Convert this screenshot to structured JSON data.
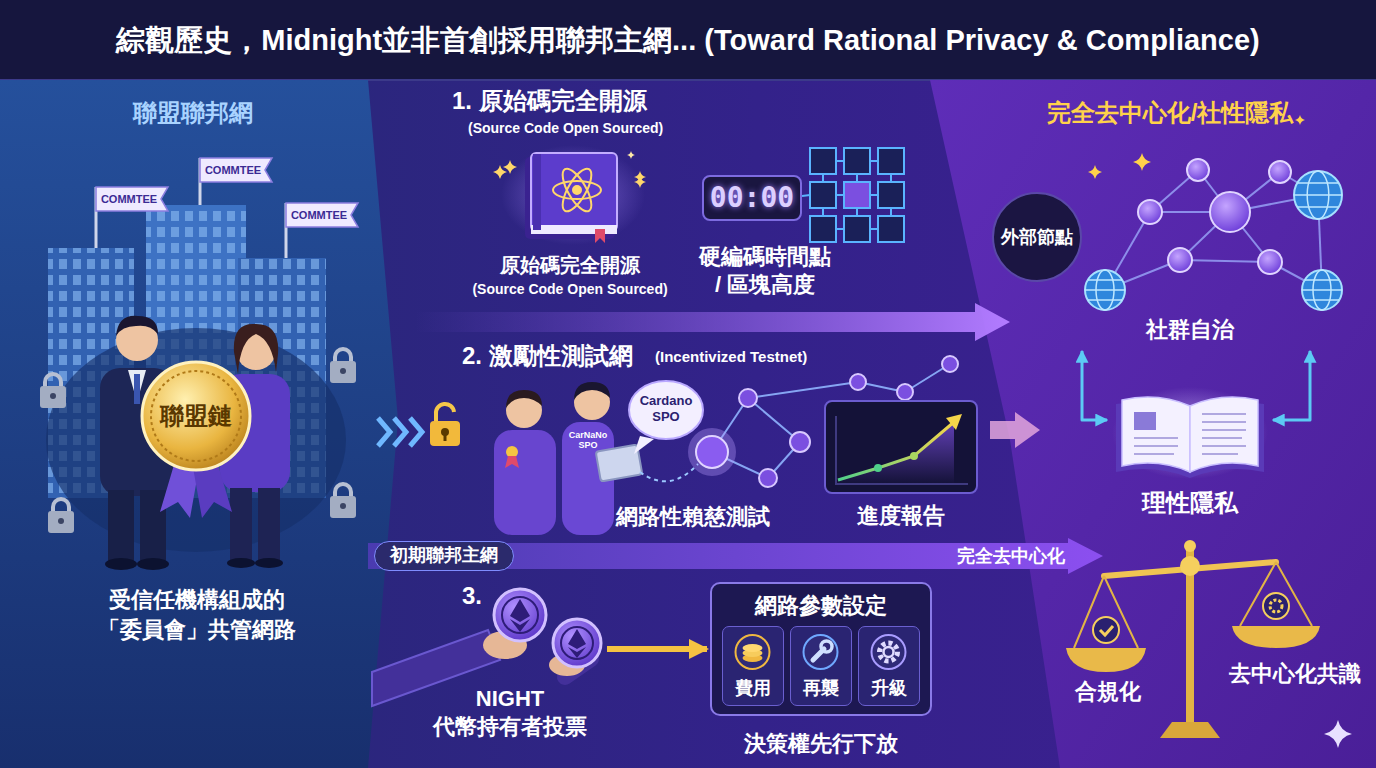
{
  "diagram": {
    "title": "綜觀歷史，Midnight並非首創採用聯邦主網... (Toward Rational Privacy & Compliance)",
    "nodes": [
      {
        "text": [
          "聯盟聯邦網",
          "受信任機構組成的「委員會」共管網路"
        ]
      },
      {
        "text": [
          "COMMTEE"
        ],
        "in": 0
      },
      {
        "text": [
          "COMMTEE"
        ],
        "in": 0
      },
      {
        "text": [
          "COMMTEE"
        ],
        "in": 0
      },
      {
        "text": [
          "聯盟鏈"
        ],
        "in": 0
      },
      {
        "text": [
          "原始碼完全開源",
          "(Source Code Open Sourced)"
        ]
      },
      {
        "text": [
          "00:00",
          "硬編碼時間點 / 區塊高度"
        ]
      },
      {
        "text": [
          "Cardano SPO"
        ]
      },
      {
        "text": [
          "進度報告"
        ]
      },
      {
        "text": [
          "初期聯邦主網",
          "完全去中心化"
        ]
      },
      {
        "text": [
          "NIGHT 代幣持有者投票"
        ]
      },
      {
        "text": [
          "網路參數設定",
          "決策權先行下放"
        ]
      },
      {
        "text": [
          "費用"
        ],
        "in": 11
      },
      {
        "text": [
          "再襲"
        ],
        "in": 11
      },
      {
        "text": [
          "升級"
        ],
        "in": 11
      },
      {
        "text": [
          "完全去中心化/社性隱私"
        ]
      },
      {
        "text": [
          "外部節點"
        ],
        "in": 15
      },
      {
        "text": [
          "社群自治"
        ],
        "in": 15
      },
      {
        "text": [
          "理性隱私"
        ],
        "in": 15
      }
    ],
    "edges": [
      {
        "from": 10,
        "to": 11,
        "arrow": "to"
      },
      {
        "from": 17,
        "to": 18,
        "arrow": "both"
      },
      {
        "from": 17,
        "to": 18,
        "arrow": "both"
      }
    ],
    "labels": [
      "1. 原始碼完全開源",
      "(Source Code Open Sourced)",
      "2. 激勵性測試網",
      "(Incentivized Testnet)",
      "CarNaNo SPO",
      "網路性賴慈測試",
      "3.",
      "合規化",
      "去中心化共識"
    ]
  }
}
